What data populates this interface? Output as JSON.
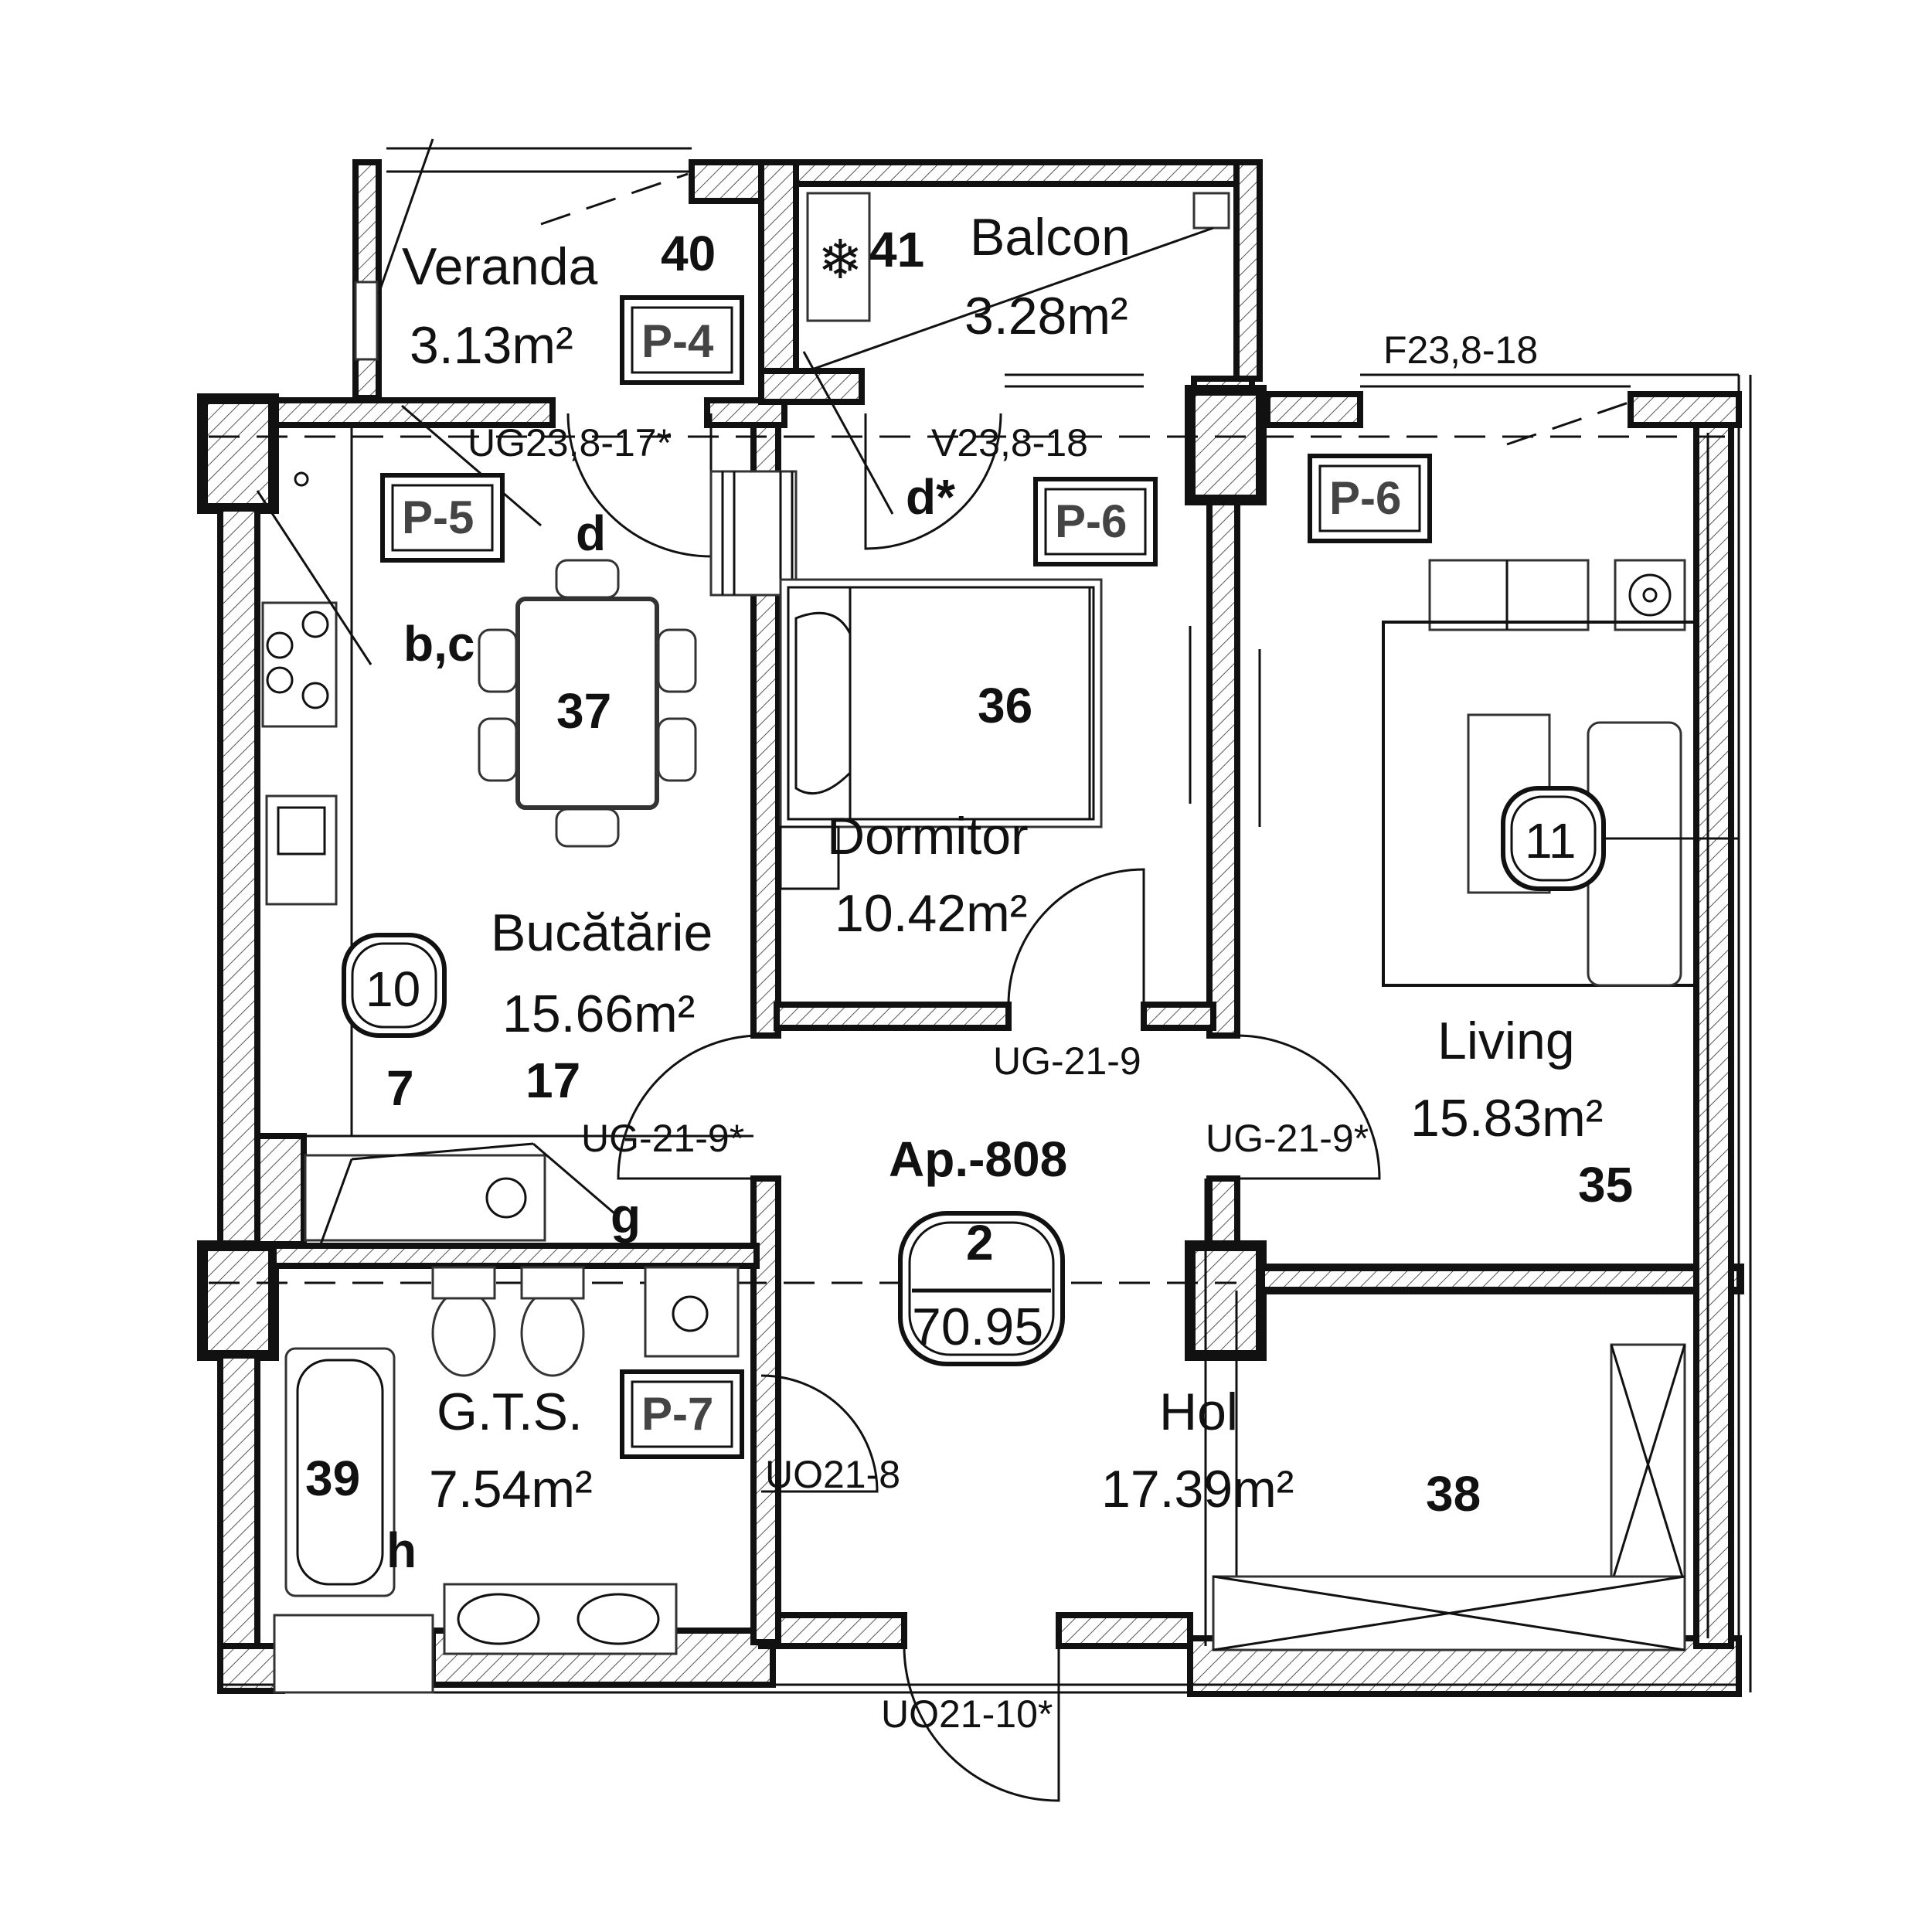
{
  "apartment": {
    "label": "Ap.-808",
    "rooms_count": "2",
    "total_area": "70.95"
  },
  "rooms": {
    "veranda": {
      "name": "Veranda",
      "area": "3.13m²",
      "number": "40"
    },
    "balcon": {
      "name": "Balcon",
      "area": "3.28m²",
      "number": "41"
    },
    "bucatarie": {
      "name": "Bucătărie",
      "area": "15.66m²",
      "number": "37"
    },
    "dormitor": {
      "name": "Dormitor",
      "area": "10.42m²",
      "number": "36"
    },
    "living": {
      "name": "Living",
      "area": "15.83m²",
      "number": "35"
    },
    "gts": {
      "name": "G.T.S.",
      "area": "7.54m²",
      "number": "39"
    },
    "hol": {
      "name": "Hol",
      "area": "17.39m²",
      "number": "38"
    }
  },
  "panels": {
    "p4": "P-4",
    "p5": "P-5",
    "p6a": "P-6",
    "p6b": "P-6",
    "p7": "P-7"
  },
  "circles": {
    "c10": "10",
    "c11": "11"
  },
  "door_codes": {
    "ug23_17": "UG23,8-17*",
    "v23_18": "V23,8-18",
    "f23_18": "F23,8-18",
    "ug21_9_top": "UG-21-9",
    "ug21_9_left": "UG-21-9*",
    "ug21_9_right": "UG-21-9*",
    "uo21_8": "UO21-8",
    "uo21_10": "UO21-10*"
  },
  "markers": {
    "d": "d",
    "d_star": "d*",
    "bc": "b,c",
    "seven": "7",
    "seventeen": "17",
    "g": "g",
    "h": "h"
  },
  "icons": {
    "ac_unit": "snowflake-icon",
    "stove": "stove-icon",
    "sink": "sink-icon",
    "toilet": "toilet-icon",
    "washing_machine": "washing-machine-icon",
    "bathtub": "bathtub-icon",
    "bed": "bed-icon",
    "sofa": "sofa-icon",
    "dining_table": "dining-table-icon"
  }
}
